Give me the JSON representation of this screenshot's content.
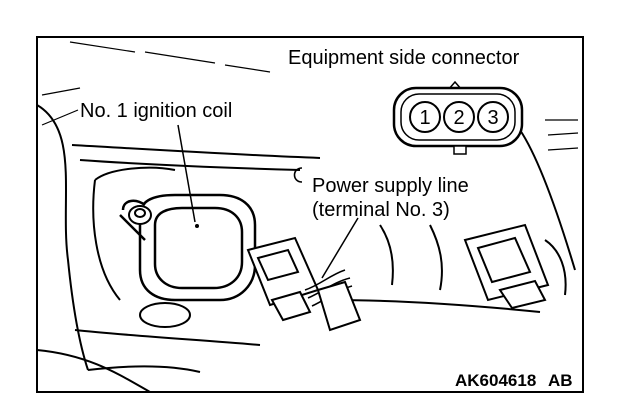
{
  "figure": {
    "labels": {
      "connector": "Equipment side connector",
      "coil": "No. 1 ignition coil",
      "power_line_1": "Power supply line",
      "power_line_2": "(terminal No. 3)",
      "ref_code": "AK604618",
      "ref_suffix": "AB"
    },
    "connector_pins": [
      "1",
      "2",
      "3"
    ]
  }
}
